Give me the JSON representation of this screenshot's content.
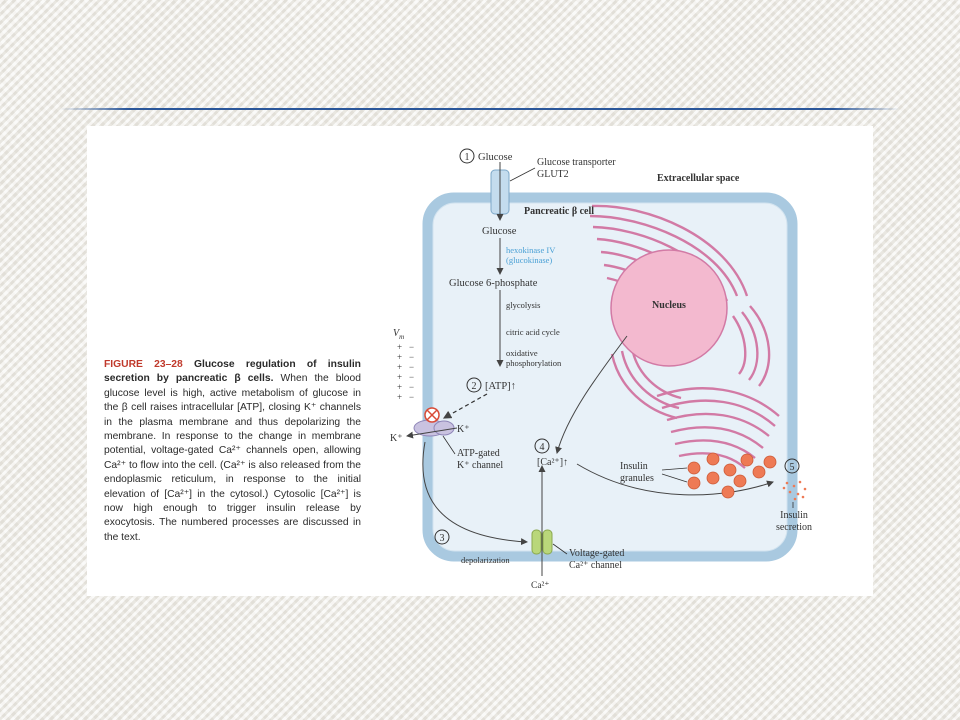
{
  "caption": {
    "figure_label": "FIGURE 23–28",
    "title": "Glucose regulation of insulin secretion by pancreatic β cells.",
    "body": "When the blood glucose level is high, active metabolism of glucose in the β cell raises intracellular [ATP], closing K⁺ channels in the plasma membrane and thus depolarizing the membrane. In response to the change in membrane potential, voltage-gated Ca²⁺ channels open, allowing Ca²⁺ to flow into the cell. (Ca²⁺ is also released from the endoplasmic reticulum, in response to the initial elevation of [Ca²⁺] in the cytosol.) Cytosolic [Ca²⁺] is now high enough to trigger insulin release by exocytosis. The numbered processes are discussed in the text."
  },
  "diagram": {
    "step1_number": "1",
    "glucose_outside": "Glucose",
    "transporter_line1": "Glucose transporter",
    "transporter_line2": "GLUT2",
    "extracellular": "Extracellular space",
    "cell_label": "Pancreatic β cell",
    "glucose_inside": "Glucose",
    "enzyme_line1": "hexokinase IV",
    "enzyme_line2": "(glucokinase)",
    "g6p": "Glucose 6-phosphate",
    "glycolysis": "glycolysis",
    "citric": "citric acid cycle",
    "oxphos_line1": "oxidative",
    "oxphos_line2": "phosphorylation",
    "step2_number": "2",
    "atp": "[ATP]↑",
    "nucleus": "Nucleus",
    "vm_label": "V",
    "vm_sub": "m",
    "plus_sign": "+",
    "minus_sign": "−",
    "k_in": "K⁺",
    "k_out": "K⁺",
    "katp_line1": "ATP-gated",
    "katp_line2": "K⁺ channel",
    "step3_number": "3",
    "step4_number": "4",
    "ca_rise": "[Ca²⁺]↑",
    "granules_line1": "Insulin",
    "granules_line2": "granules",
    "step5_number": "5",
    "secretion_line1": "Insulin",
    "secretion_line2": "secretion",
    "depolarization": "depolarization",
    "ca_channel_line1": "Voltage-gated",
    "ca_channel_line2": "Ca²⁺ channel",
    "ca_outside": "Ca²⁺"
  },
  "colors": {
    "membrane": "#a9c9e0",
    "cytosol": "#e8f1f8",
    "nucleus": "#f3b9cf",
    "er": "#d27aa5",
    "granule": "#ee7a55",
    "enzyme_text": "#4aa0d5",
    "ca_channel": "#b9d77a",
    "k_channel": "#c9c2e0",
    "accent_blue": "#2b579a",
    "figure_red": "#c0392b"
  }
}
